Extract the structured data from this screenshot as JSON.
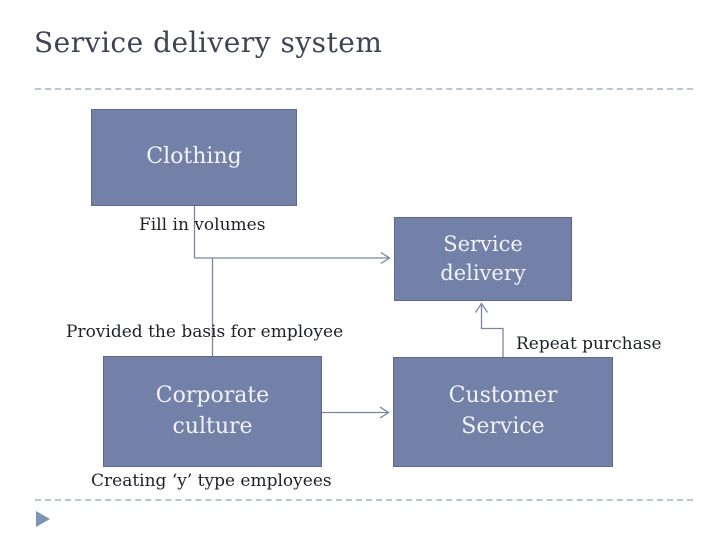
{
  "slide": {
    "title": "Service delivery system",
    "colors": {
      "box_fill": "#7381A9",
      "box_border": "#5C688E",
      "box_text": "#F2F3F6",
      "connector": "#7A86A0",
      "title_text": "#3E4456",
      "annotation_text": "#1E2128",
      "divider_dashed": "#BAC5D1",
      "footer_marker": "#7E96B5"
    },
    "icons": {
      "footer_marker": "right-triangle-icon"
    },
    "nodes": {
      "clothing": {
        "label": "Clothing"
      },
      "service_delivery": {
        "label": "Service\ndelivery"
      },
      "corporate_culture": {
        "label": "Corporate\nculture"
      },
      "customer_service": {
        "label": "Customer\nService"
      }
    },
    "annotations": {
      "fill_in_volumes": "Fill in volumes",
      "provided_basis": "Provided the basis for employee",
      "repeat_purchase": "Repeat purchase",
      "creating_y_type": "Creating ‘y’ type employees"
    },
    "edges": [
      {
        "from": "clothing",
        "to": "service_delivery",
        "label": "Fill in volumes"
      },
      {
        "from": "clothing",
        "to": "corporate_culture",
        "label": "Provided the basis for employee"
      },
      {
        "from": "corporate_culture",
        "to": "customer_service",
        "label": "Creating ‘y’ type employees"
      },
      {
        "from": "customer_service",
        "to": "service_delivery",
        "label": "Repeat purchase"
      }
    ]
  }
}
